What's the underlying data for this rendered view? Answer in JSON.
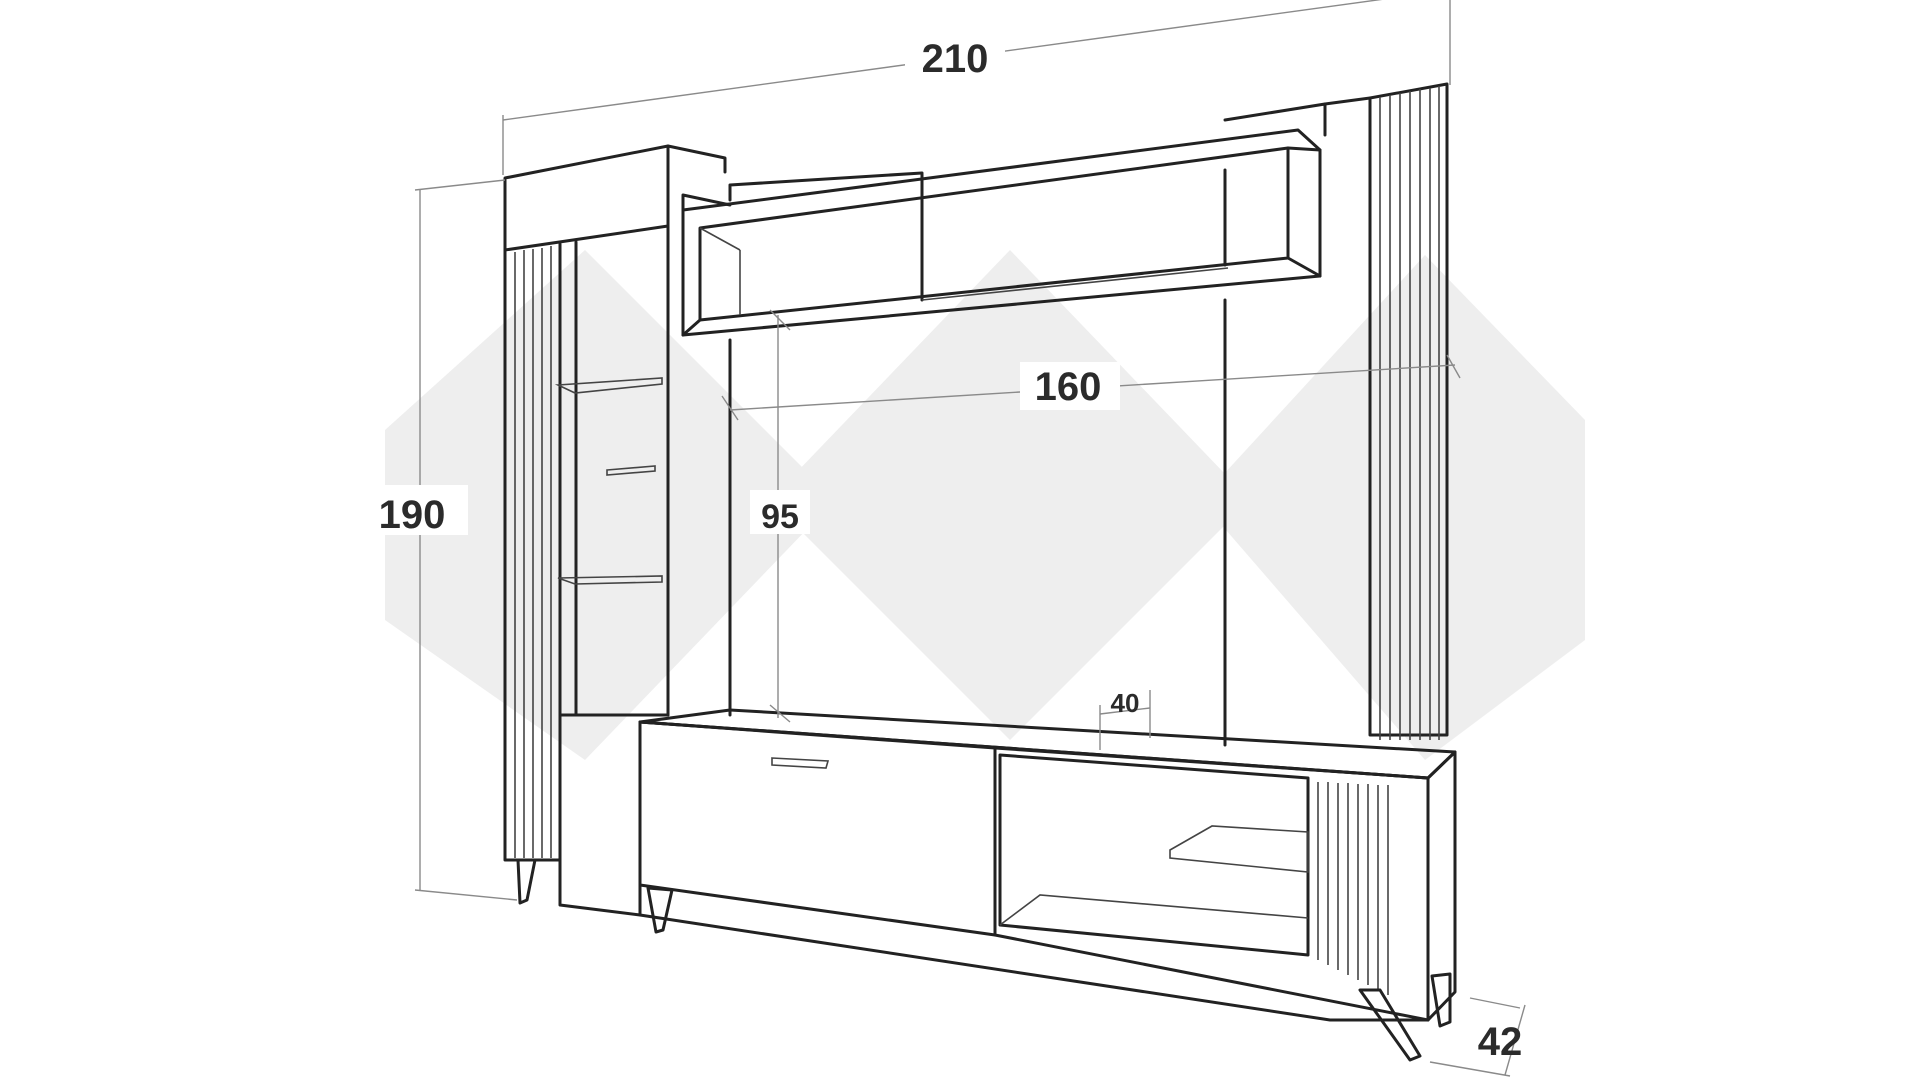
{
  "diagram": {
    "dimensions": {
      "width_total": "210",
      "height_total": "190",
      "tv_panel_width": "160",
      "tv_panel_height": "95",
      "lower_opening": "40",
      "depth": "42"
    },
    "colors": {
      "line": "#222222",
      "dimension_line": "#8a8a8a",
      "label": "#2b2b2b",
      "watermark": "#eeeeee",
      "background": "#ffffff"
    }
  }
}
